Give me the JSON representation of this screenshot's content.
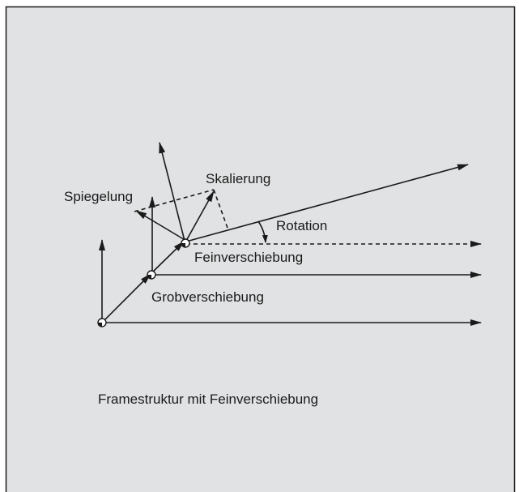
{
  "colors": {
    "panel_background": "#e1e2e3",
    "panel_border": "#1a1a1a",
    "ink": "#1a1a1a"
  },
  "labels": {
    "mirroring": "Spiegelung",
    "scaling": "Skalierung",
    "rotation": "Rotation",
    "fine_offset": "Feinverschiebung",
    "coarse_offset": "Grobverschiebung"
  },
  "caption": "Framestruktur mit Feinverschiebung"
}
